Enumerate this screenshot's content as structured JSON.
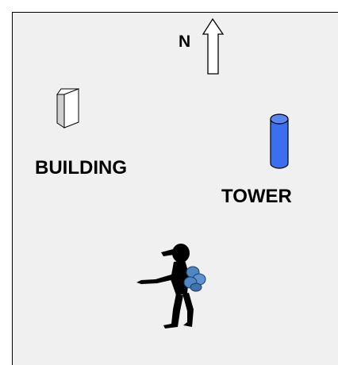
{
  "map": {
    "north_label": "N",
    "building_label": "BUILDING",
    "tower_label": "TOWER"
  },
  "icons": {
    "north_arrow": "north-arrow-icon",
    "building": "building-icon",
    "tower": "tower-icon",
    "hiker": "hiker-icon"
  },
  "colors": {
    "background": "#f0f0f0",
    "tower_fill": "#3c6ef0",
    "backpack": "#4f86c4",
    "figure": "#000000"
  }
}
